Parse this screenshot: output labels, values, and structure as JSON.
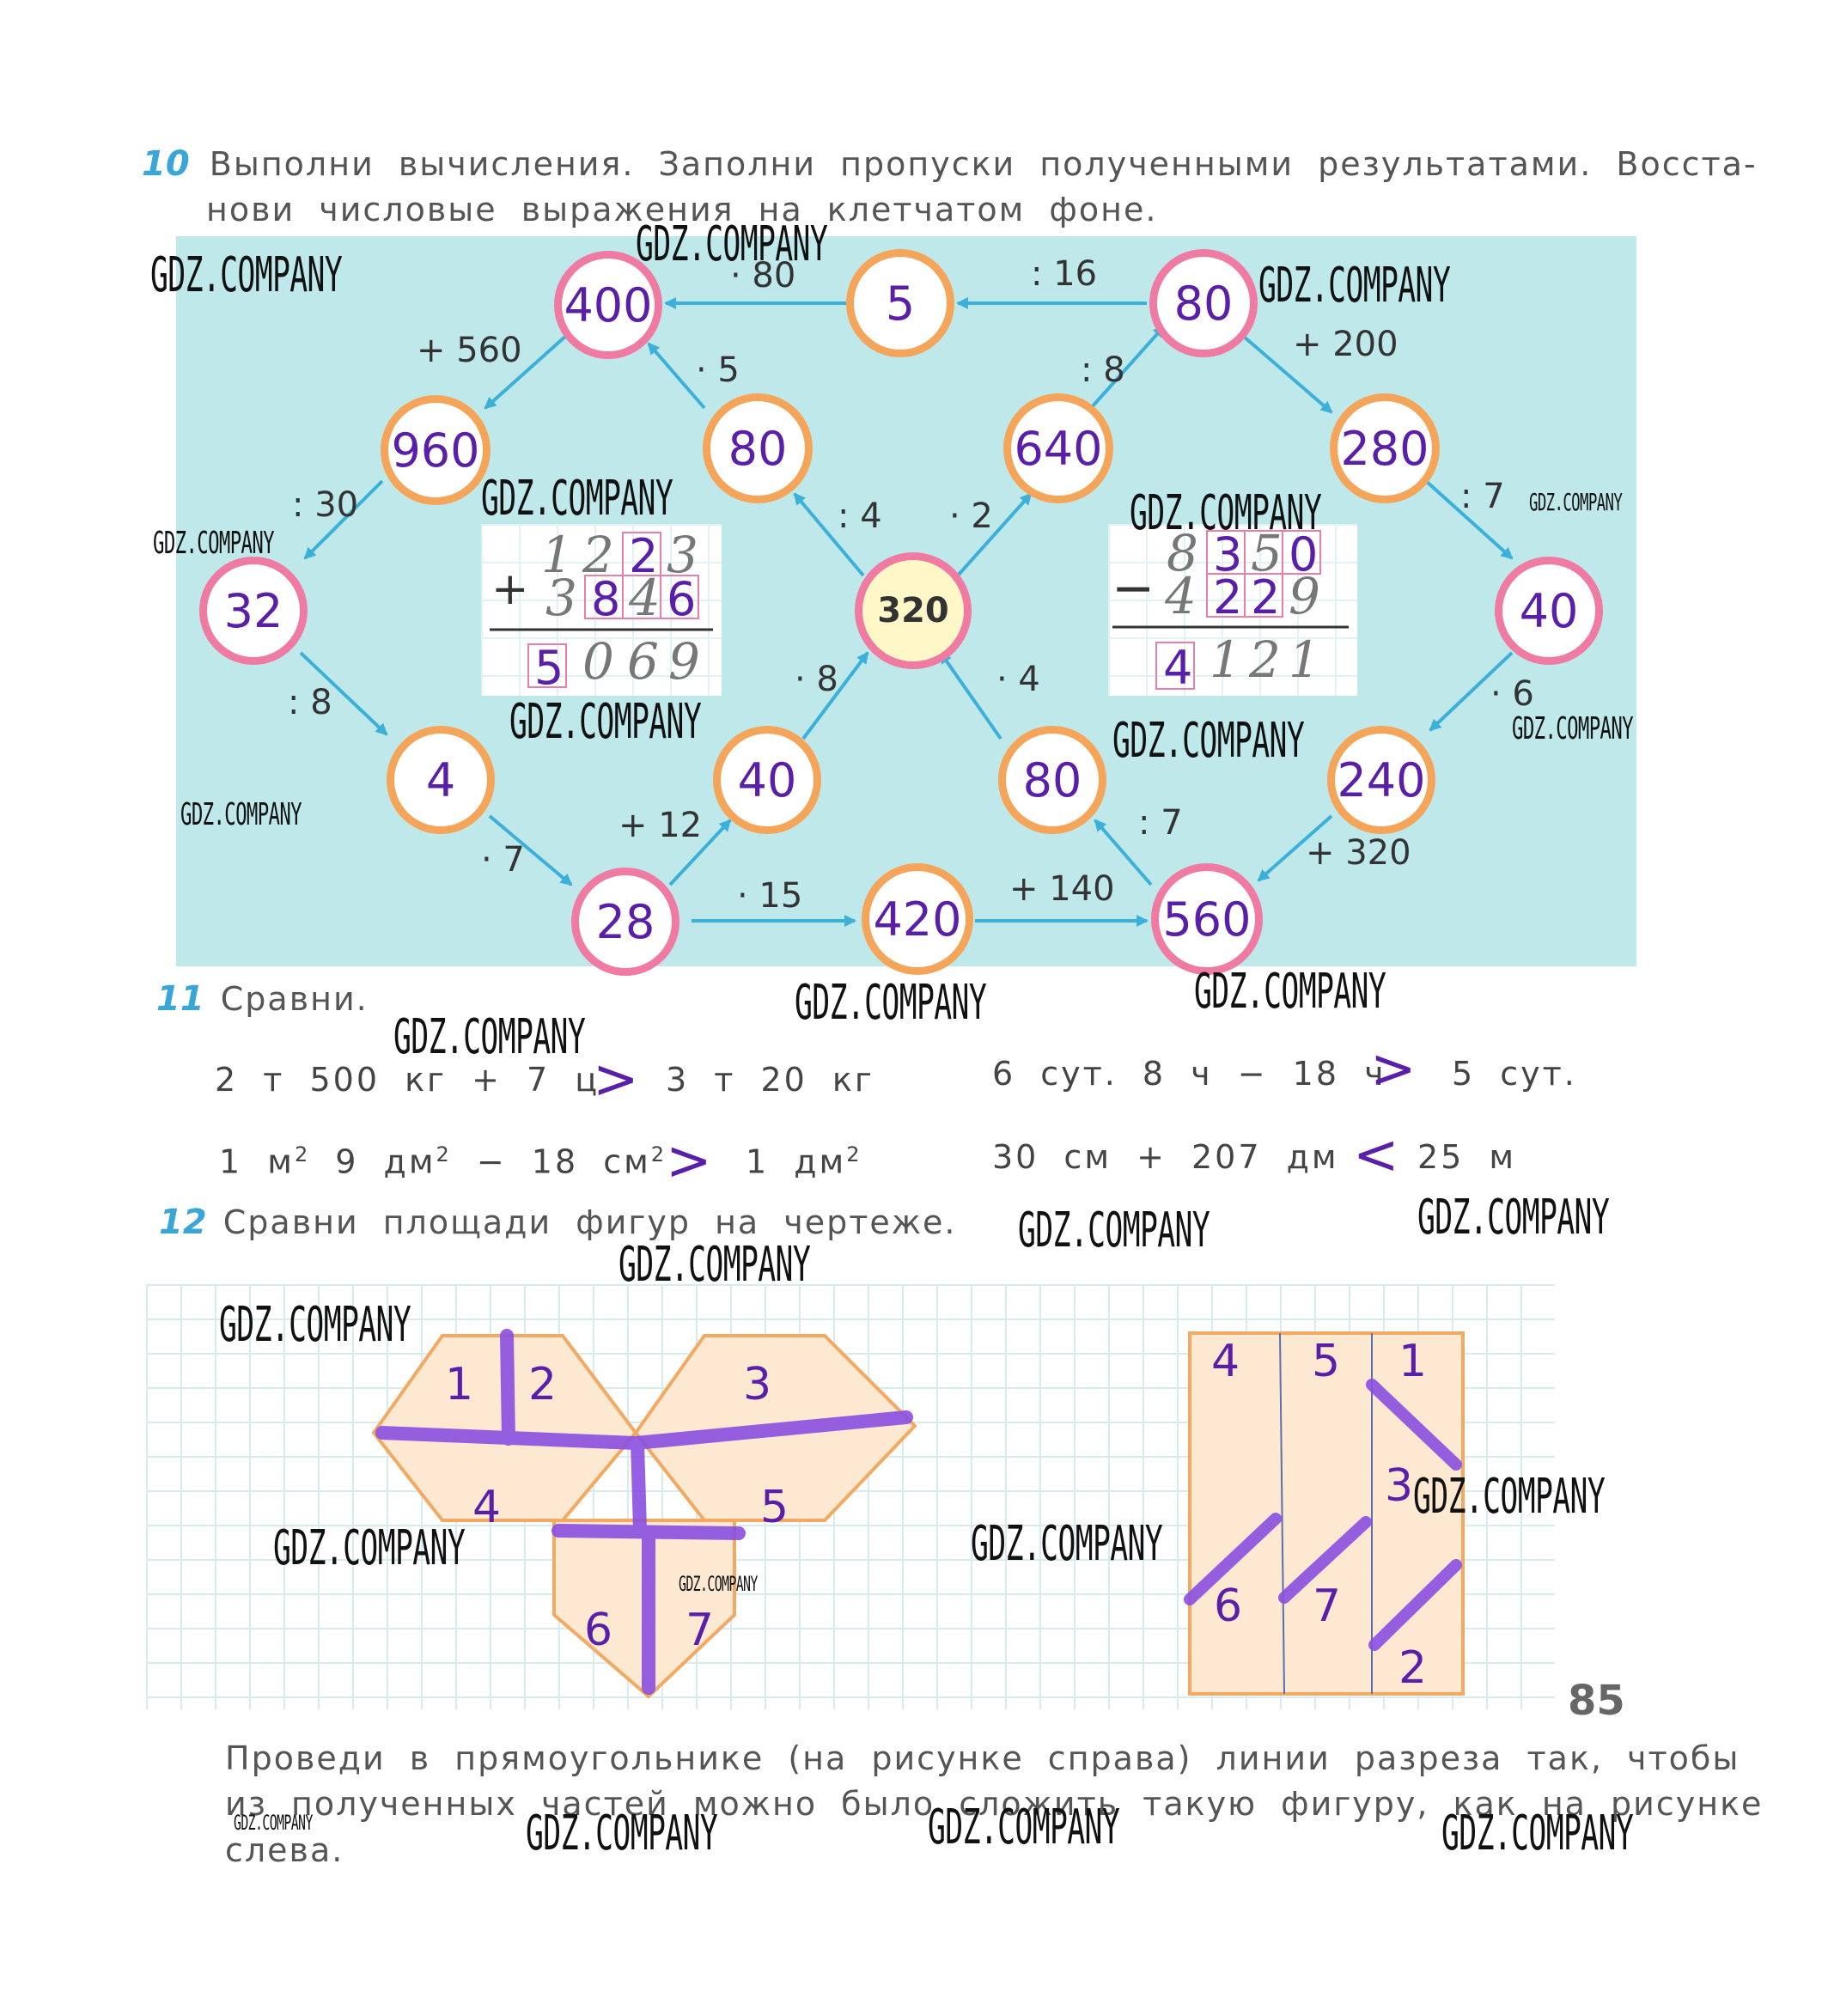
{
  "task10": {
    "number": "10",
    "line1": "Выполни вычисления. Заполни пропуски полученными результатами. Восста-",
    "line2": "нови числовые выражения на клетчатом фоне."
  },
  "nodes": {
    "n400": "400",
    "n5": "5",
    "n80top": "80",
    "n960": "960",
    "n80mid": "80",
    "n640": "640",
    "n280": "280",
    "n32": "32",
    "n320": "320",
    "n40right": "40",
    "n4": "4",
    "n40mid": "40",
    "n80low": "80",
    "n240": "240",
    "n28": "28",
    "n420": "420",
    "n560": "560"
  },
  "ops": {
    "mul80": "· 80",
    "div16": ": 16",
    "plus560": "+ 560",
    "mul5": "· 5",
    "div8a": ": 8",
    "plus200": "+ 200",
    "div30": ": 30",
    "div4": ": 4",
    "mul2": "· 2",
    "div7a": ": 7",
    "div8b": ": 8",
    "mul8": "· 8",
    "mul4": "· 4",
    "mul6": "· 6",
    "plus12": "+ 12",
    "div7b": ": 7",
    "plus320": "+ 320",
    "mul7": "· 7",
    "mul15": "· 15",
    "plus140": "+ 140"
  },
  "addition": {
    "sign": "+",
    "row1_print": [
      "1",
      "2"
    ],
    "row1_hand": [
      "2",
      "3"
    ],
    "row2_print": [
      "3"
    ],
    "row2_hand": [
      "8",
      "4",
      "6"
    ],
    "row3_hand": [
      "5"
    ],
    "row3_print": [
      "0",
      "6",
      "9"
    ]
  },
  "subtraction": {
    "sign": "−",
    "row1_print": [
      "8"
    ],
    "row1_hand": [
      "3",
      "5",
      "0"
    ],
    "row2_print": [
      "4"
    ],
    "row2_hand": [
      "2",
      "2",
      "9"
    ],
    "row3_hand": [
      "4"
    ],
    "row3_print": [
      "1",
      "2",
      "1"
    ]
  },
  "task11": {
    "number": "11",
    "title": "Сравни.",
    "r1_left": "2 т 500 кг + 7 ц",
    "r1_sign": ">",
    "r1_right": "3 т 20 кг",
    "r2_left_a": "1 м",
    "r2_left_sup1": "2",
    "r2_left_b": " 9 дм",
    "r2_left_sup2": "2",
    "r2_left_c": " − 18 см",
    "r2_left_sup3": "2",
    "r2_sign": ">",
    "r2_right": "1 дм",
    "r2_right_sup": "2",
    "r3_left": "6 сут. 8 ч − 18 ч",
    "r3_sign": ">",
    "r3_right": "5 сут.",
    "r4_left": "30 см + 207 дм",
    "r4_sign": "<",
    "r4_right": "25 м"
  },
  "task12": {
    "number": "12",
    "title": "Сравни площади фигур на чертеже.",
    "left_pieces": [
      "1",
      "2",
      "3",
      "4",
      "5",
      "6",
      "7"
    ],
    "right_pieces": [
      "4",
      "5",
      "1",
      "3",
      "6",
      "7",
      "2"
    ]
  },
  "page_number": "85",
  "footer": {
    "line1": "Проведи в прямоугольнике (на рисунке справа) линии разреза так, чтобы",
    "line2": "из полученных частей можно было сложить такую фигуру, как на рисунке",
    "line3": "слева."
  },
  "watermark": {
    "text": "GDZ.COMPANY"
  },
  "colors": {
    "pink_ring": "#f07ba2",
    "orange_ring": "#f4a55a",
    "handwriting": "#5a1fa8",
    "arrow": "#3cb0d8",
    "diagram_bg": "#bfe8ea",
    "shape_fill": "#fde8cf",
    "shape_stroke": "#f4a55a",
    "task_number": "#3aa6d8"
  }
}
